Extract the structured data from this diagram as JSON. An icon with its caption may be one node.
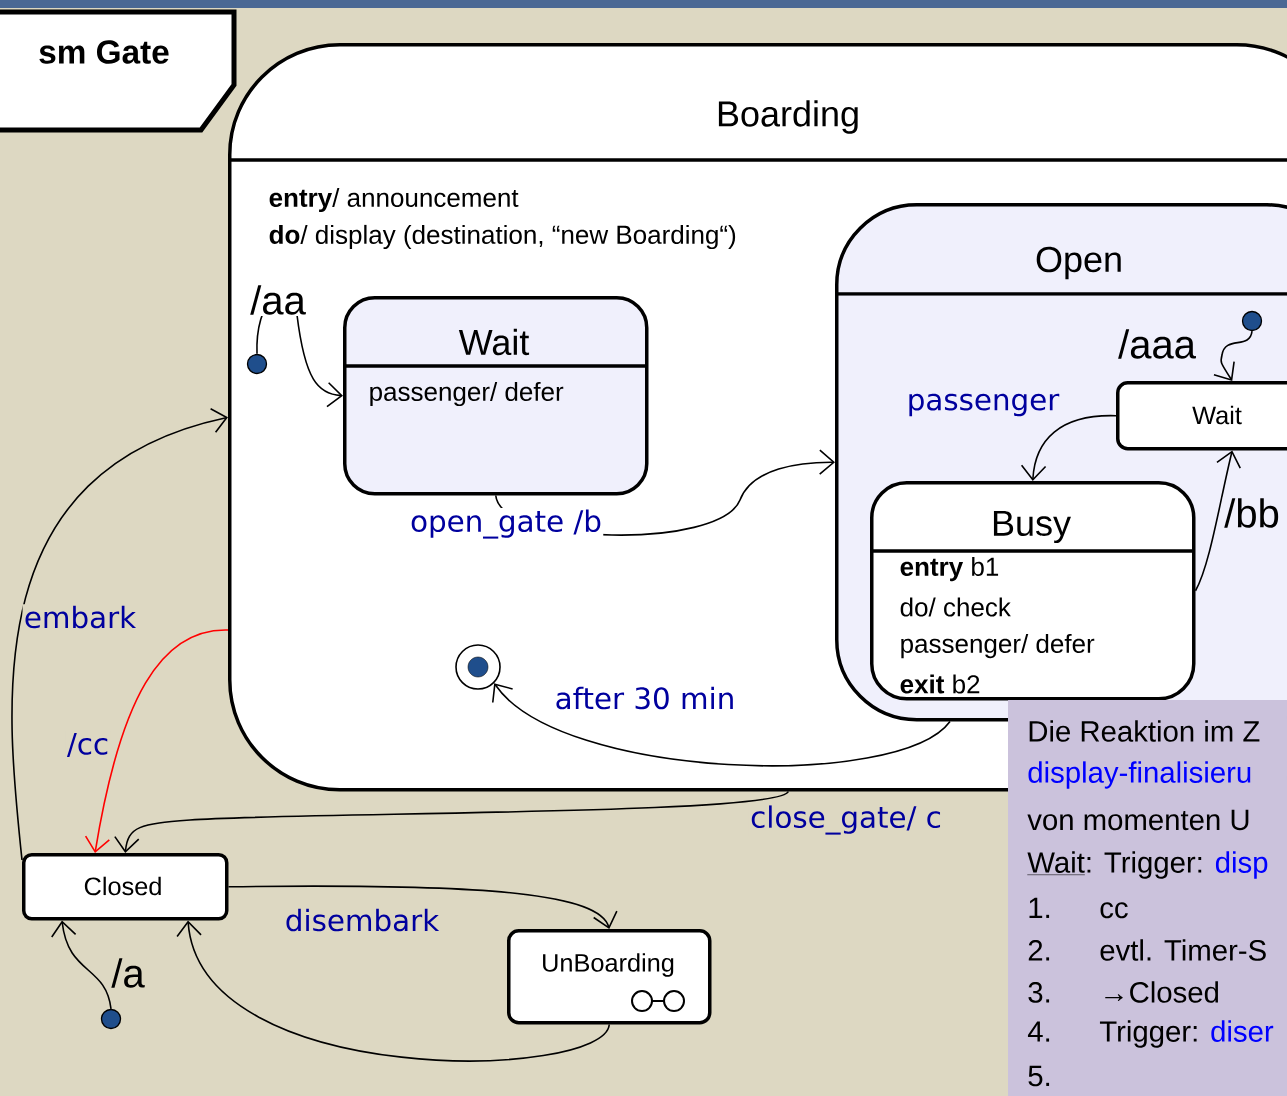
{
  "diagram": {
    "title": "sm Gate",
    "nodes": [
      {
        "text": [
          "Boarding",
          "**entry**/ announcement",
          "**do**/ display (destination, “new Boarding“)"
        ]
      },
      {
        "text": [],
        "shape": "circle",
        "in": 0
      },
      {
        "text": [
          "Wait",
          "passenger/ defer"
        ],
        "in": 0
      },
      {
        "text": [
          "Open"
        ],
        "in": 0
      },
      {
        "text": [],
        "shape": "circle",
        "in": 3
      },
      {
        "text": [
          "Wait"
        ],
        "in": 3
      },
      {
        "text": [
          "Busy",
          "**entry** b1",
          "do/ check",
          "passenger/ defer",
          "**exit** b2"
        ],
        "in": 3
      },
      {
        "text": [],
        "shape": "circle",
        "in": 0
      },
      {
        "text": [
          "Closed"
        ]
      },
      {
        "text": [],
        "shape": "circle"
      },
      {
        "text": [
          "UnBoarding"
        ]
      },
      {
        "text": [
          "Die Reaktion im Z",
          "display-finalisieru",
          "von momenten U",
          "Wait",
          ": Trigger:",
          "disp",
          "1.",
          "cc",
          "2.",
          "evtl. Timer-S",
          "3.",
          "→Closed",
          "4.",
          "Trigger:",
          "diser",
          "5."
        ]
      }
    ],
    "edges": [
      {
        "from": 1,
        "to": 2,
        "arrow": "to",
        "label": "/aa"
      },
      {
        "from": 2,
        "to": 3,
        "arrow": "to",
        "label": "open_gate /b"
      },
      {
        "from": 4,
        "to": 5,
        "arrow": "to",
        "label": "/aaa"
      },
      {
        "from": 5,
        "to": 6,
        "arrow": "to",
        "label": "passenger"
      },
      {
        "from": 6,
        "to": 5,
        "arrow": "to",
        "label": "/bb"
      },
      {
        "from": 3,
        "to": 7,
        "arrow": "to",
        "label": "after 30 min"
      },
      {
        "from": 0,
        "to": 8,
        "arrow": "to",
        "label": "close_gate/ c"
      },
      {
        "from": 0,
        "to": 8,
        "arrow": "to",
        "label": "/cc",
        "color": "#ff0000"
      },
      {
        "from": 8,
        "to": 0,
        "arrow": "to",
        "label": "embark"
      },
      {
        "from": 9,
        "to": 8,
        "arrow": "to",
        "label": "/a"
      },
      {
        "from": 8,
        "to": 10,
        "arrow": "to",
        "label": "disembark"
      },
      {
        "from": 10,
        "to": 8,
        "arrow": "to"
      }
    ]
  }
}
